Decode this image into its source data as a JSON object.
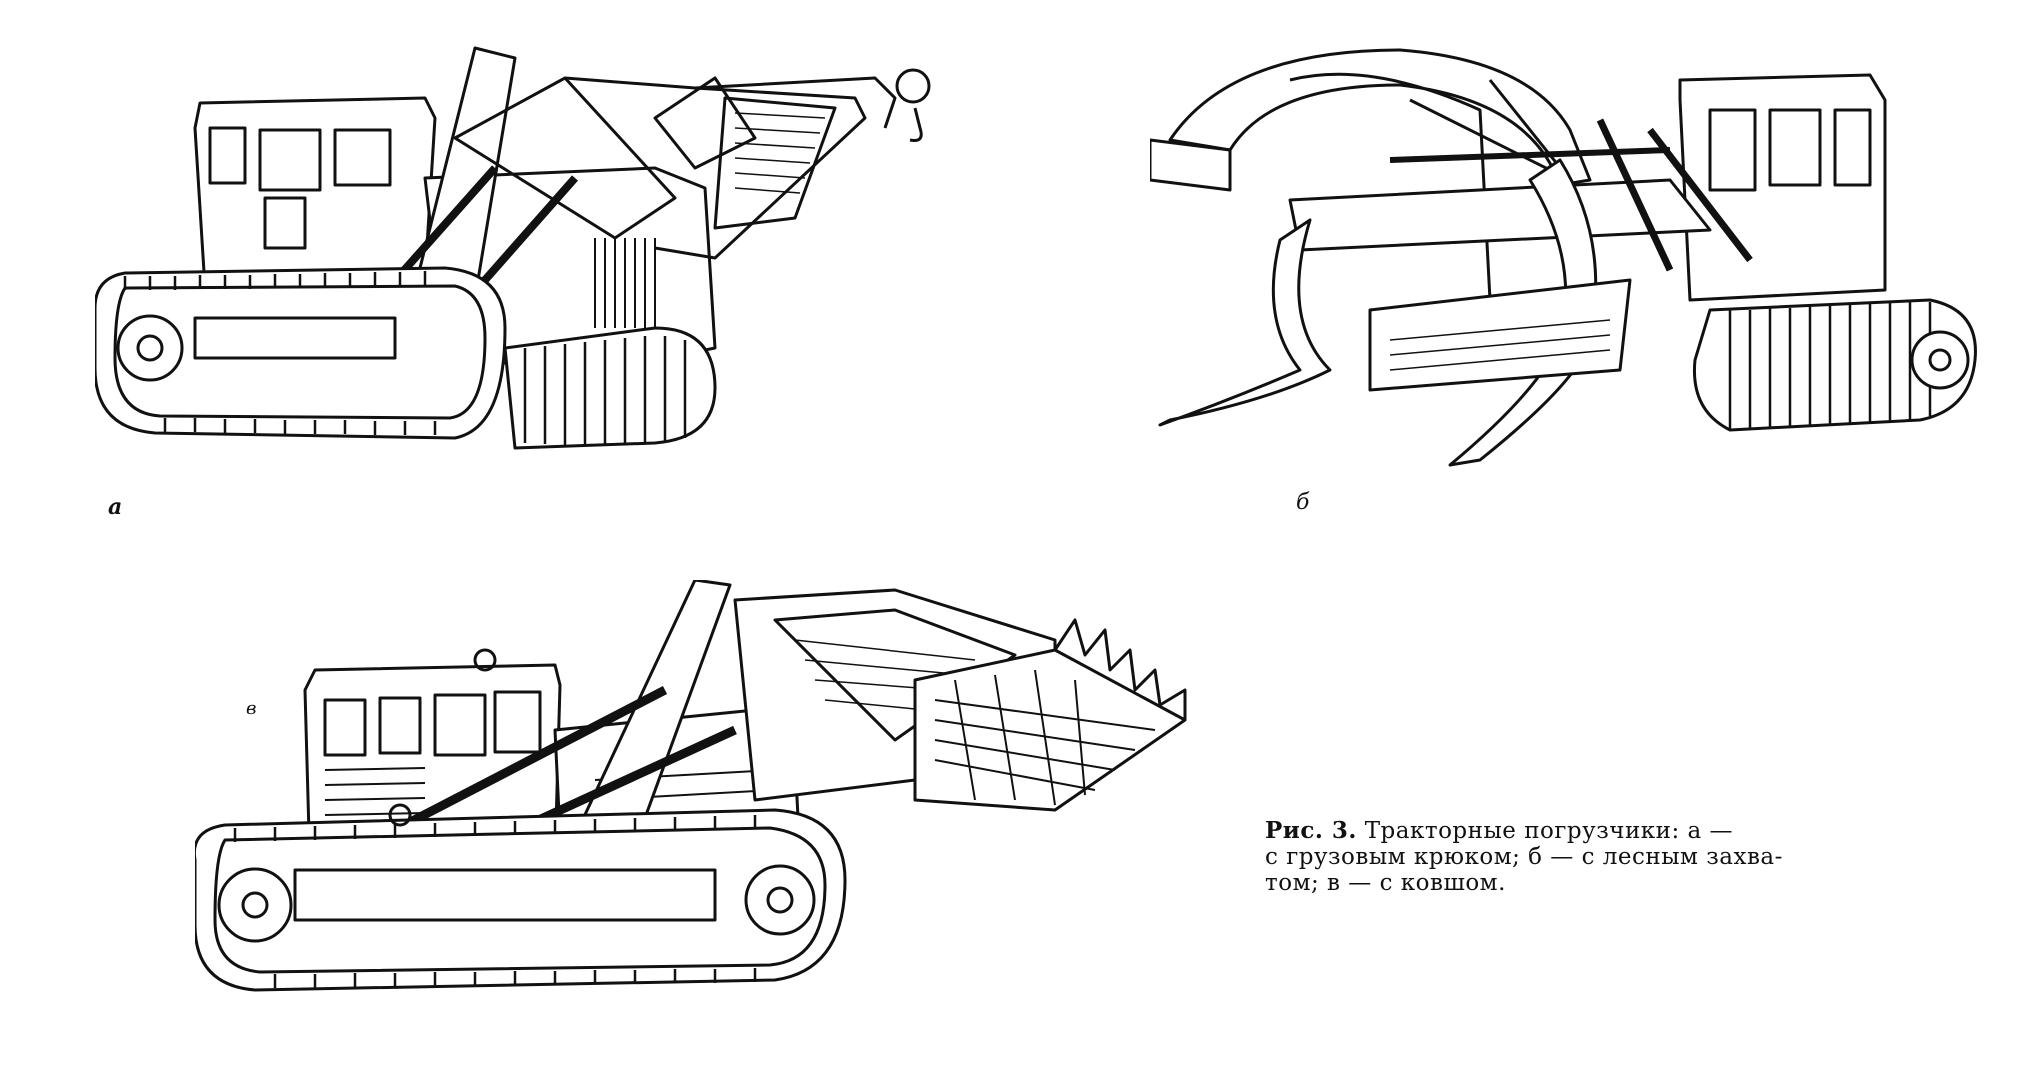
{
  "figures": {
    "a": {
      "label": "а",
      "icon": "tractor-with-cargo-hook-illustration"
    },
    "b": {
      "label": "б",
      "icon": "tractor-with-forest-grab-illustration"
    },
    "c": {
      "label": "в",
      "icon": "tractor-with-bucket-illustration"
    }
  },
  "caption": {
    "lead": "Рис. 3.",
    "line1": "Тракторные погрузчики: а —",
    "line2": "с грузовым крюком; б — с лесным захва-",
    "line3": "том; в — с ковшом."
  },
  "colors": {
    "ink": "#111111",
    "paper": "#ffffff"
  }
}
